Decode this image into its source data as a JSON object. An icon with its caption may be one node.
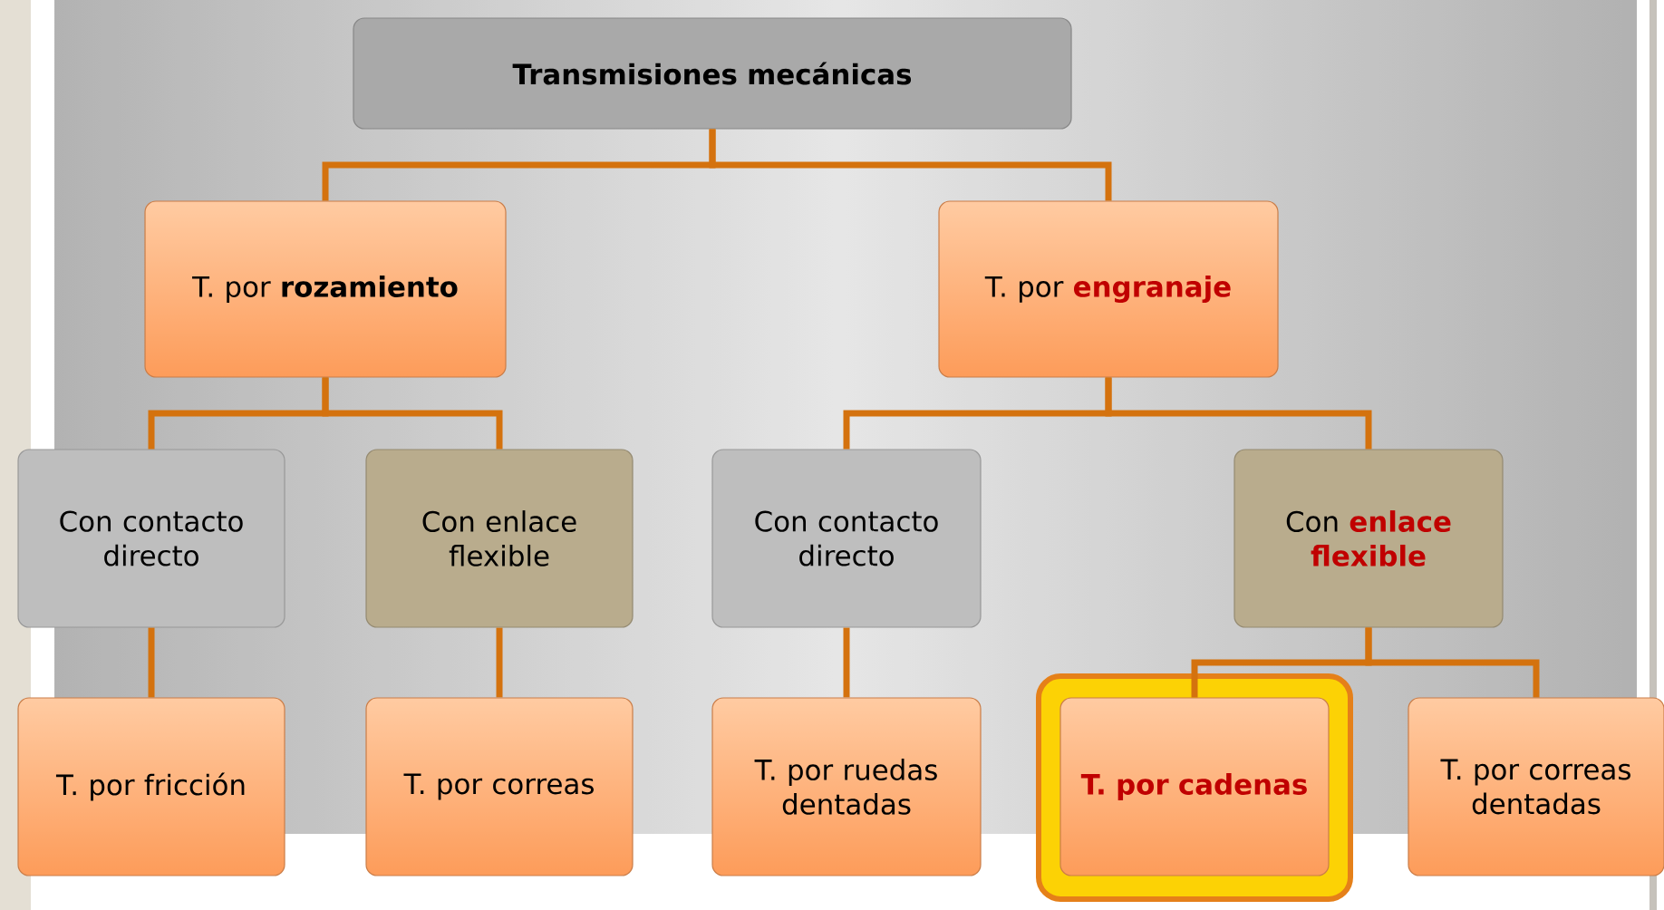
{
  "diagram": {
    "nodes": [
      {
        "text": [
          "Transmisiones mecánicas"
        ]
      },
      {
        "text": [
          "T. por **rozamiento**"
        ]
      },
      {
        "text": [
          "T. por **engranaje**"
        ]
      },
      {
        "text": [
          "Con contacto directo"
        ]
      },
      {
        "text": [
          "Con enlace flexible"
        ]
      },
      {
        "text": [
          "Con contacto directo"
        ]
      },
      {
        "text": [
          "Con **enlace flexible**"
        ]
      },
      {
        "text": [
          "T. por fricción"
        ]
      },
      {
        "text": [
          "T. por correas"
        ]
      },
      {
        "text": [
          "T. por ruedas dentadas"
        ]
      },
      {
        "text": [
          "T. por cadenas"
        ]
      },
      {
        "text": [
          "T. por correas dentadas"
        ]
      }
    ],
    "edges": [
      {
        "from": 0,
        "to": 1,
        "arrow": "none"
      },
      {
        "from": 0,
        "to": 2,
        "arrow": "none"
      },
      {
        "from": 1,
        "to": 3,
        "arrow": "none"
      },
      {
        "from": 1,
        "to": 4,
        "arrow": "none"
      },
      {
        "from": 2,
        "to": 5,
        "arrow": "none"
      },
      {
        "from": 2,
        "to": 6,
        "arrow": "none"
      },
      {
        "from": 3,
        "to": 7,
        "arrow": "none"
      },
      {
        "from": 4,
        "to": 8,
        "arrow": "none"
      },
      {
        "from": 5,
        "to": 9,
        "arrow": "none"
      },
      {
        "from": 6,
        "to": 10,
        "arrow": "none"
      },
      {
        "from": 6,
        "to": 11,
        "arrow": "none"
      }
    ]
  }
}
